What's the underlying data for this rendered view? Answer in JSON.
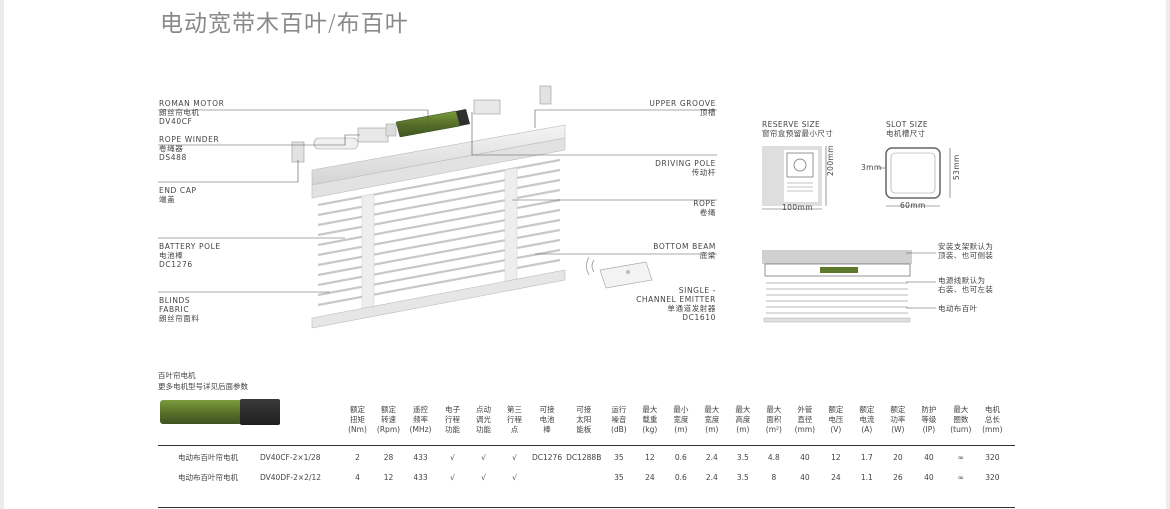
{
  "title": "电动宽带木百叶/布百叶",
  "left_labels": [
    {
      "en": "ROMAN MOTOR",
      "cn": "朗丝帘电机",
      "code": "DV40CF"
    },
    {
      "en": "ROPE WINDER",
      "cn": "卷绳器",
      "code": "DS488"
    },
    {
      "en": "END CAP",
      "cn": "端盖",
      "code": ""
    },
    {
      "en": "BATTERY POLE",
      "cn": "电池棒",
      "code": "DC1276"
    },
    {
      "en": "BLINDS",
      "en2": "FABRIC",
      "cn": "朗丝帘面料"
    }
  ],
  "right_labels": [
    {
      "en": "UPPER GROOVE",
      "cn": "顶槽"
    },
    {
      "en": "DRIVING POLE",
      "cn": "传动杆"
    },
    {
      "en": "ROPE",
      "cn": "卷绳"
    },
    {
      "en": "BOTTOM BEAM",
      "cn": "底梁"
    },
    {
      "en": "SINGLE -",
      "en2": "CHANNEL EMITTER",
      "cn": "单通道发射器",
      "code": "DC1610"
    }
  ],
  "reserve": {
    "en": "RESERVE SIZE",
    "cn": "窗帘盒预留最小尺寸",
    "h": "200mm",
    "w": "100mm"
  },
  "slot": {
    "en": "SLOT SIZE",
    "cn": "电机槽尺寸",
    "side": "3mm",
    "h": "53mm",
    "w": "60mm"
  },
  "install_notes": [
    "安装支架默认为",
    "顶装、也可侧装",
    "电源线默认为",
    "右装、也可左装",
    "电动布百叶"
  ],
  "table": {
    "title": "百叶帘电机",
    "subtitle": "更多电机型号详见后面参数",
    "headers": [
      [
        "额定",
        "扭矩",
        "(Nm)"
      ],
      [
        "额定",
        "转速",
        "(Rpm)"
      ],
      [
        "遥控",
        "频率",
        "(MHz)"
      ],
      [
        "电子",
        "行程",
        "功能"
      ],
      [
        "点动",
        "调光",
        "功能"
      ],
      [
        "第三",
        "行程",
        "点"
      ],
      [
        "可接",
        "电池",
        "棒"
      ],
      [
        "可接",
        "太阳",
        "能板"
      ],
      [
        "运行",
        "噪音",
        "(dB)"
      ],
      [
        "最大",
        "载重",
        "(kg)"
      ],
      [
        "最小",
        "宽度",
        "(m)"
      ],
      [
        "最大",
        "宽度",
        "(m)"
      ],
      [
        "最大",
        "高度",
        "(m)"
      ],
      [
        "最大",
        "面积",
        "(m²)"
      ],
      [
        "外管",
        "直径",
        "(mm)"
      ],
      [
        "额定",
        "电压",
        "(V)"
      ],
      [
        "额定",
        "电流",
        "(A)"
      ],
      [
        "额定",
        "功率",
        "(W)"
      ],
      [
        "防护",
        "等级",
        "(IP)"
      ],
      [
        "最大",
        "圈数",
        "(turn)"
      ],
      [
        "电机",
        "总长",
        "(mm)"
      ]
    ],
    "rows": [
      {
        "name": "电动布百叶帘电机",
        "model": "DV40CF-2×1/28",
        "cells": [
          "2",
          "28",
          "433",
          "√",
          "√",
          "√",
          "DC1276",
          "DC1288B",
          "35",
          "12",
          "0.6",
          "2.4",
          "3.5",
          "4.8",
          "40",
          "12",
          "1.7",
          "20",
          "40",
          "∞",
          "320"
        ]
      },
      {
        "name": "电动布百叶帘电机",
        "model": "DV40DF-2×2/12",
        "cells": [
          "4",
          "12",
          "433",
          "√",
          "√",
          "√",
          "",
          "",
          "35",
          "24",
          "0.6",
          "2.4",
          "3.5",
          "8",
          "40",
          "24",
          "1.1",
          "26",
          "40",
          "∞",
          "320"
        ]
      }
    ]
  },
  "colors": {
    "motor_green": "#5d7a2a",
    "grey": "#8a8a8a",
    "line": "#555555"
  }
}
